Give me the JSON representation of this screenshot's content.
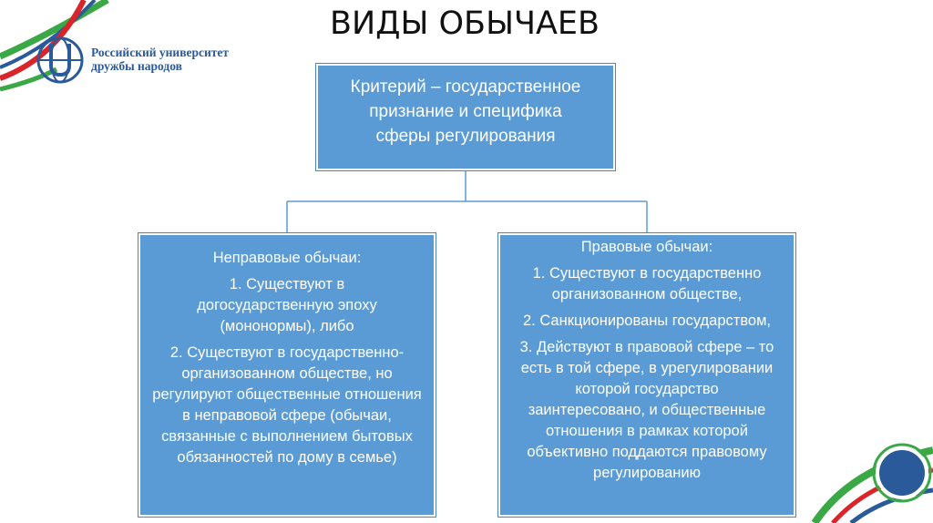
{
  "logo": {
    "line1": "Российский университет",
    "line2": "дружбы народов"
  },
  "title": "ВИДЫ ОБЫЧАЕВ",
  "diagram": {
    "root": {
      "lines": [
        "Критерий –  государственное",
        "признание и специфика",
        "сферы регулирования"
      ]
    },
    "left": {
      "heading": "Неправовые обычаи:",
      "item1": "1. Существуют в догосударственную эпоху (мононормы), либо",
      "item2": "2. Существуют в государственно-организованном обществе, но регулируют общественные отношения в неправовой сфере (обычаи, связанные с выполнением бытовых обязанностей по дому в семье)"
    },
    "right": {
      "heading": "Правовые обычаи:",
      "item1": "1. Существуют в государственно организованном обществе,",
      "item2": "2. Санкционированы государством,",
      "item3": "3. Действуют в правовой сфере – то есть в той сфере, в урегулировании которой государство заинтересовано, и общественные отношения в рамках которой объективно поддаются правовому регулированию"
    }
  },
  "colors": {
    "box_fill": "#5b9bd5",
    "connector": "#5b9bd5",
    "brand_blue": "#2a5a9a",
    "stripe_green": "#3aa845",
    "stripe_red": "#d9252a"
  }
}
